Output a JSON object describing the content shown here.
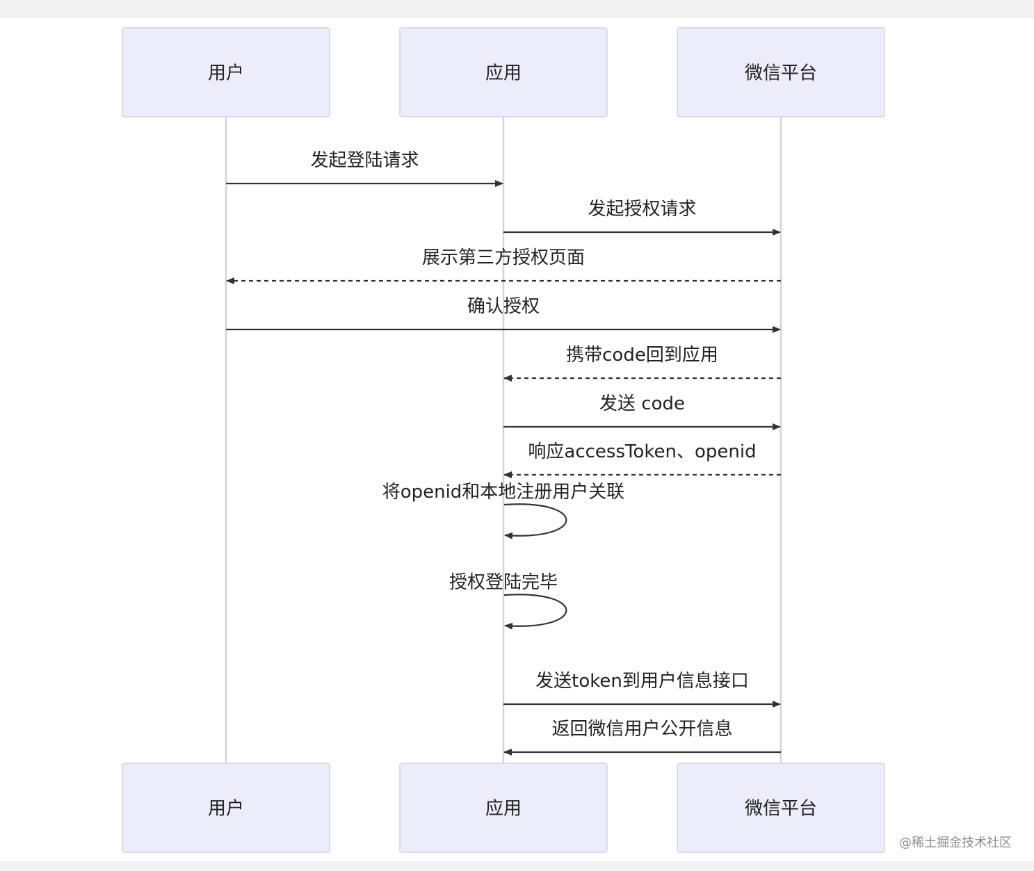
{
  "participants": [
    "用户",
    "应用",
    "微信平台"
  ],
  "messages": [
    {
      "label": "发起登陆请求",
      "from": 0,
      "to": 1,
      "style": "solid"
    },
    {
      "label": "发起授权请求",
      "from": 1,
      "to": 2,
      "style": "solid"
    },
    {
      "label": "展示第三方授权页面",
      "from": 2,
      "to": 0,
      "style": "dashed"
    },
    {
      "label": "确认授权",
      "from": 0,
      "to": 2,
      "style": "solid"
    },
    {
      "label": "携带code回到应用",
      "from": 2,
      "to": 1,
      "style": "dashed"
    },
    {
      "label": "发送 code",
      "from": 1,
      "to": 2,
      "style": "solid"
    },
    {
      "label": "响应accessToken、openid",
      "from": 2,
      "to": 1,
      "style": "dashed"
    },
    {
      "label": "将openid和本地注册用户关联",
      "from": 1,
      "to": 1,
      "style": "self"
    },
    {
      "label": "授权登陆完毕",
      "from": 1,
      "to": 1,
      "style": "self"
    },
    {
      "label": "发送token到用户信息接口",
      "from": 1,
      "to": 2,
      "style": "solid"
    },
    {
      "label": "返回微信用户公开信息",
      "from": 2,
      "to": 1,
      "style": "solid"
    }
  ],
  "watermark": "@稀土掘金技术社区",
  "colors": {
    "actor_fill": "#ececfb",
    "actor_stroke": "#d2d2ea",
    "lifeline": "#d4d4d4",
    "arrow": "#333333"
  }
}
